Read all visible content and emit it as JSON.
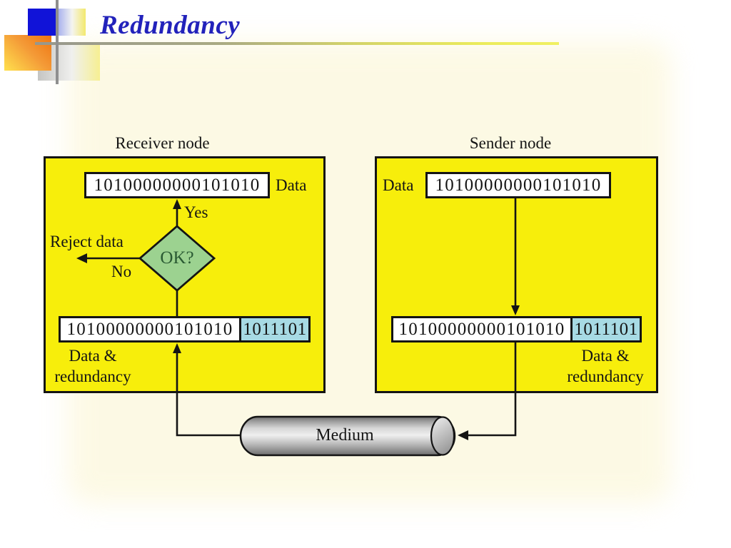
{
  "slide": {
    "title": "Redundancy",
    "colors": {
      "title_blue": "#2222bb",
      "panel_yellow": "#f7ee0b",
      "redundancy_blue": "#a7dae4",
      "decision_green": "#9cd290",
      "line_black": "#141414",
      "logo_blue": "#1113d8",
      "logo_orange": "#ee7410"
    }
  },
  "receiver": {
    "node_label": "Receiver node",
    "data_value": "10100000000101010",
    "data_label": "Data",
    "yes_label": "Yes",
    "decision_label": "OK?",
    "reject_label": "Reject data",
    "no_label": "No",
    "frame_data_value": "10100000000101010",
    "frame_redundancy_value": "1011101",
    "frame_label_line1": "Data &",
    "frame_label_line2": "redundancy"
  },
  "sender": {
    "node_label": "Sender node",
    "data_label": "Data",
    "data_value": "10100000000101010",
    "frame_data_value": "10100000000101010",
    "frame_redundancy_value": "1011101",
    "frame_label_line1": "Data &",
    "frame_label_line2": "redundancy"
  },
  "medium": {
    "label": "Medium"
  }
}
